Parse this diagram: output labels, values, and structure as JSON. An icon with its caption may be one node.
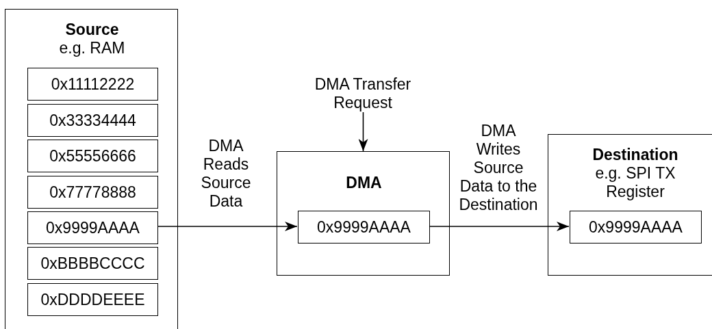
{
  "diagram": {
    "nodes": [
      {
        "text": [
          "Source",
          "e.g. RAM"
        ]
      },
      {
        "text": [
          "0x11112222"
        ],
        "in": 0
      },
      {
        "text": [
          "0x33334444"
        ],
        "in": 0
      },
      {
        "text": [
          "0x55556666"
        ],
        "in": 0
      },
      {
        "text": [
          "0x77778888"
        ],
        "in": 0
      },
      {
        "text": [
          "0x9999AAAA"
        ],
        "in": 0
      },
      {
        "text": [
          "0xBBBBCCCC"
        ],
        "in": 0
      },
      {
        "text": [
          "0xDDDDEEEE"
        ],
        "in": 0
      },
      {
        "text": [
          "DMA Transfer Request"
        ]
      },
      {
        "text": [
          "DMA"
        ]
      },
      {
        "text": [
          "0x9999AAAA"
        ],
        "in": 9
      },
      {
        "text": [
          "Destination",
          "e.g. SPI TX Register"
        ]
      },
      {
        "text": [
          "0x9999AAAA"
        ],
        "in": 11
      }
    ],
    "edges": [
      {
        "from": 5,
        "to": 10,
        "arrow": "to",
        "label": "DMA Reads Source Data"
      },
      {
        "from": 8,
        "to": 9,
        "arrow": "to"
      },
      {
        "from": 10,
        "to": 12,
        "arrow": "to",
        "label": "DMA Writes Source Data to the Destination"
      }
    ]
  }
}
